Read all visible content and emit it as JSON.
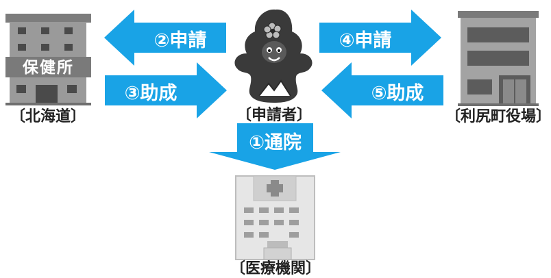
{
  "nodes": {
    "hokkaido": "〔北海道〕",
    "hokenjo_sign": "保健所",
    "applicant": "〔申請者〕",
    "rishiri": "〔利尻町役場〕",
    "hospital": "〔医療機関〕"
  },
  "arrows": {
    "a1": "①通院",
    "a2": "②申請",
    "a3": "③助成",
    "a4": "④申請",
    "a5": "⑤助成"
  },
  "colors": {
    "arrow": "#19a3e6",
    "building_gray": "#8f8f8f",
    "mascot": "#3a3a3a"
  }
}
